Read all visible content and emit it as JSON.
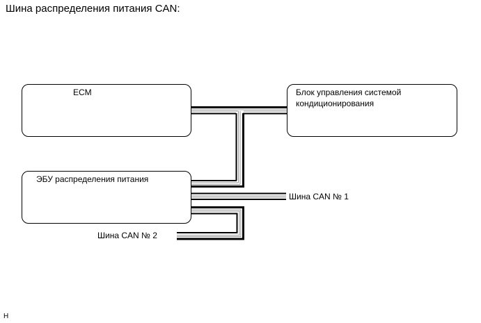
{
  "title": "Шина распределения питания CAN:",
  "nodes": {
    "ecm": {
      "label": "ECM"
    },
    "ac_control": {
      "label_line1": "Блок управления системой",
      "label_line2": "кондиционирования"
    },
    "power_dist_ecu": {
      "label": "ЭБУ распределения питания"
    }
  },
  "buses": {
    "can1": {
      "label": "Шина CAN № 1"
    },
    "can2": {
      "label": "Шина CAN № 2"
    }
  },
  "connections": [
    {
      "from": "ECM",
      "to": "Блок управления системой кондиционирования"
    },
    {
      "from": "ECM",
      "to": "ЭБУ распределения питания"
    },
    {
      "from": "ЭБУ распределения питания",
      "to": "Шина CAN № 1"
    },
    {
      "from": "ЭБУ распределения питания",
      "to": "Шина CAN № 2"
    }
  ],
  "footer_code": "H",
  "colors": {
    "wire_outer": "#000000",
    "wire_middle": "#9a9a9a",
    "wire_inner": "#000000"
  }
}
